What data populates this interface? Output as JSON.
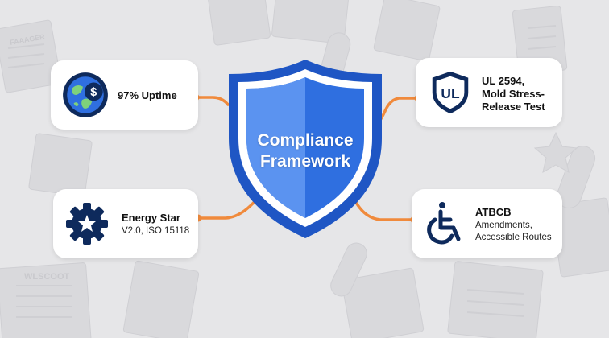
{
  "center": {
    "title_line1": "Compliance",
    "title_line2": "Framework",
    "icon": "shield"
  },
  "cards": {
    "uptime": {
      "icon": "globe-dollar-icon",
      "title": "97% Uptime"
    },
    "ul": {
      "icon": "ul-shield-badge-icon",
      "badge_text": "UL",
      "title_line1": "UL 2594,",
      "title_line2": "Mold Stress-",
      "title_line3": "Release Test"
    },
    "energy": {
      "icon": "gear-star-icon",
      "title": "Energy Star",
      "subtitle": "V2.0, ISO 15118"
    },
    "atbcb": {
      "icon": "wheelchair-accessibility-icon",
      "title": "ATBCB",
      "subtitle_line1": "Amendments,",
      "subtitle_line2": "Accessible Routes"
    }
  },
  "background": {
    "watermark_text_1": "WLSCOOT",
    "watermark_text_2": "FAAAGER"
  },
  "colors": {
    "background": "#e6e6e8",
    "shield_blue": "#2f6fe0",
    "shield_light": "#5b93f0",
    "connector_orange": "#f08a3c",
    "icon_navy": "#0e2a5c"
  }
}
